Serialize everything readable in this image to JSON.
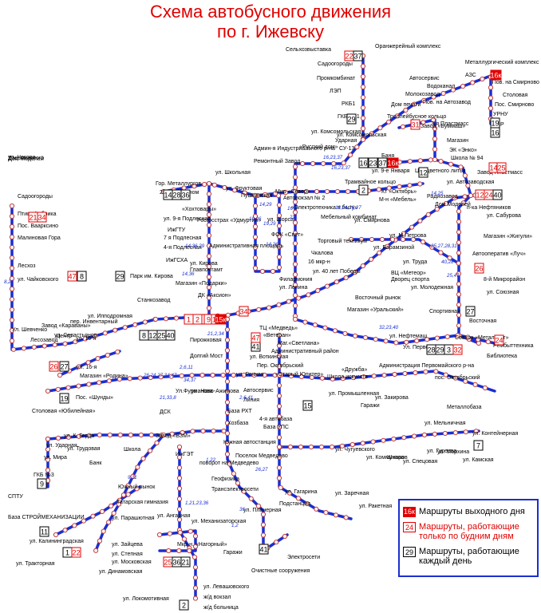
{
  "title": {
    "line1": "Схема автобусного движения",
    "line2": "по г. Ижевску"
  },
  "colors": {
    "route_line": "#1a2fd0",
    "title": "#e00000",
    "weekend_box": "#e00000",
    "weekday_box_text": "#e00000",
    "daily_box_text": "#000000"
  },
  "legend": {
    "weekend": {
      "sample": "16к",
      "label": "Маршруты выходного дня"
    },
    "weekday": {
      "sample": "24",
      "label": "Маршруты, работающие только по будним дням"
    },
    "daily": {
      "sample": "29",
      "label": "Маршруты, работающие каждый день"
    }
  },
  "labels": [
    "Сельхозвыставка",
    "Оранжерейный комплекс",
    "Садоогороды",
    "Промкомбинат",
    "ЛЭП",
    "РКБ1",
    "ГКБ № 1",
    "Металлургический комплекс",
    "АЗС",
    "Пов. на Смирново",
    "Автосервис",
    "Столовая",
    "Водоканал",
    "Пос. Смирново",
    "Молокозавод",
    "Пов. на Автозавод",
    "УРНУ",
    "Дом печати",
    "УБР",
    "Троллейбусное кольцо",
    "Завод «Буммаш»",
    "3-я Пластмасс",
    "Магазин",
    "ЭК «Энко»",
    "Школа № 94",
    "ул. Комсомольская",
    "Ударная",
    "СУ-13",
    "Админ-я Индустриального р-на",
    "«Русский дом»",
    "Ремонтный Завод",
    "ул. Комсомольская",
    "Баня",
    "ул. 9-е Января",
    "Цех цветного литья",
    "Завод Пластмасс",
    "Трамвайное кольцо",
    "Кт «Октябрь»",
    "М-н «Мебель»",
    "ул. Автозаводская",
    "Дом Моделей",
    "п-ка Нефтяников",
    "ул. Сабурова",
    "Магазин «Жигули»",
    "Автооператив «Луч»",
    "8-й Микрорайон",
    "ул. Союзная",
    "Восточная",
    "ул. Школьная",
    "Гор. Металлургов",
    "21-й гастроном",
    "ул. Фруктовая",
    "Пушкинская",
    "Мир «Север»",
    "Автовокзал № 2",
    "«Электротехника в быту»",
    "Лесхоз",
    "Садоогороды",
    "Птицефабрика",
    "Пос. Ваарксино",
    "Малиновая Гора",
    "ул. Чайковского",
    "«Хохтовары»",
    "ул. 9-я Подлесная",
    "ИжГТУ",
    "7 я Подлесная",
    "4-я Подлесная",
    "ИжГСХА",
    "Парк им. Кирова",
    "Магазин «Подарки»",
    "ДК «Аксион»",
    "Росгосстрах «Удмуртия»",
    "ул. Шорса",
    "Административная площадь",
    "16 мкр-н",
    "ул. Кирова",
    "Главпочтамт",
    "Филармония",
    "ул. Ленина",
    "Торговый техникум",
    "Мебельный комбинат",
    "ФОК «Свет»",
    "ул. М.Петрова",
    "ул. Барамзиной",
    "ул. Труда",
    "ВЦ «Метеор»",
    "ул. Молодежная",
    "Спортивная",
    "Ул. Первомайская",
    "Ул. Шевченко",
    "Лесозавод",
    "Завод «Караваны»",
    "ул. Севастьянов",
    "Станкозавод",
    "Пирожковая",
    "Долгий Мост",
    "ул. Ипподромная",
    "пер. Инвентарный",
    "Центр",
    "ул. 15-я",
    "ул. 16-я",
    "Магазин «Родина»",
    "Столовая «Юбилейная»",
    "ул. К. Герда",
    "ул. Ударная",
    "ул. Мира",
    "ул. Трудовая",
    "ГКБ №3",
    "СПТУ",
    "База СТРОЙМЕХАНИЗАЦИИ",
    "ул. Калининградская",
    "ул. Тракторная",
    "Пос. «Шунды»",
    "Ул.Фурманова",
    "ул. Ново-Ажимова",
    "ДСК",
    "ИжГЭТ",
    "Завод «ВЗМ»",
    "Школа",
    "Банк",
    "Южный рынок",
    "Татарская гимназия",
    "ул. Парашютная",
    "ул. Ангарная",
    "ул. Зайцева",
    "ул. Степная",
    "ул. Московская",
    "ул. Динамовская",
    "ул. Локомотивная",
    "Мкр-н. «Нагорный»",
    "ул. Механизаторская",
    "ул. Левашовского",
    "ж/д вокзал",
    "ж/д больница",
    "Геофизика",
    "Трансэлектросети",
    "ул. Гагарина",
    "ул. Планерная",
    "Подстанция",
    "Гаражи",
    "Очистные сооружения",
    "Электросети",
    "Поселок Медведево",
    "поворот на Медведево",
    "Южная автостанция",
    "Хозбаза",
    "База РХТ",
    "База УПС",
    "4-я автобаза",
    "Автосервис",
    "Линия",
    "ул. Речная",
    "ул. Воткинская",
    "Пер. Октябрьский",
    "Административный район",
    "ТЦ «Медведь»",
    "«Ветеран»",
    "Маг.«Светлана»",
    "«Дружба»",
    "Администрация Первомайского р-на",
    "Школа искусств",
    "«Старый Юпитер»",
    "ул. Чугуевского",
    "ул. Коммунаров",
    "Школа",
    "ул. Спецовая",
    "ул. Гуреева",
    "ул. Морхина",
    "ул. Камская",
    "ул. Контейнерная",
    "ул. Мельничная",
    "Металлобаза",
    "ул. Ракетная",
    "ул. Заречная",
    "Совхоз «Металлург»",
    "Библиотека",
    "Рембыттехника",
    "пос. Октябрьский",
    "Гаражи",
    "ул. Закирова",
    "ул. Промышленная",
    "ул. Нефтемаш",
    "Магазин «Уральский»",
    "Восточный рынок",
    "Дворец спорта",
    "ул. 40 лет Победы",
    "ул. Смирнова",
    "Чкалова",
    "Радиозавод",
    "ул. Чехова",
    "Дзержинского",
    "Дом Моделей"
  ],
  "route_boxes": [
    {
      "text": "22",
      "kind": "weekday"
    },
    {
      "text": "37",
      "kind": "daily"
    },
    {
      "text": "16к",
      "kind": "weekend"
    },
    {
      "text": "19",
      "kind": "daily"
    },
    {
      "text": "29",
      "kind": "daily"
    },
    {
      "text": "31",
      "kind": "weekday"
    },
    {
      "text": "16",
      "kind": "daily"
    },
    {
      "text": "16",
      "kind": "daily"
    },
    {
      "text": "23",
      "kind": "daily"
    },
    {
      "text": "37",
      "kind": "daily"
    },
    {
      "text": "16к",
      "kind": "weekend"
    },
    {
      "text": "14",
      "kind": "weekday"
    },
    {
      "text": "25",
      "kind": "weekday"
    },
    {
      "text": "12",
      "kind": "weekday"
    },
    {
      "text": "24",
      "kind": "weekday"
    },
    {
      "text": "40",
      "kind": "daily"
    },
    {
      "text": "14",
      "kind": "daily"
    },
    {
      "text": "28",
      "kind": "daily"
    },
    {
      "text": "36",
      "kind": "daily"
    },
    {
      "text": "2",
      "kind": "daily"
    },
    {
      "text": "12",
      "kind": "daily"
    },
    {
      "text": "21",
      "kind": "weekday"
    },
    {
      "text": "34",
      "kind": "weekday"
    },
    {
      "text": "47",
      "kind": "weekday"
    },
    {
      "text": "8",
      "kind": "daily"
    },
    {
      "text": "29",
      "kind": "daily"
    },
    {
      "text": "1",
      "kind": "weekday"
    },
    {
      "text": "2",
      "kind": "weekday"
    },
    {
      "text": "6",
      "kind": "weekday"
    },
    {
      "text": "7",
      "kind": "weekday"
    },
    {
      "text": "9",
      "kind": "weekday"
    },
    {
      "text": "11",
      "kind": "weekday"
    },
    {
      "text": "15к",
      "kind": "weekend"
    },
    {
      "text": "34",
      "kind": "weekday"
    },
    {
      "text": "8",
      "kind": "daily"
    },
    {
      "text": "12",
      "kind": "daily"
    },
    {
      "text": "25",
      "kind": "daily"
    },
    {
      "text": "40",
      "kind": "daily"
    },
    {
      "text": "41",
      "kind": "daily"
    },
    {
      "text": "47",
      "kind": "weekday"
    },
    {
      "text": "26",
      "kind": "weekday"
    },
    {
      "text": "27",
      "kind": "daily"
    },
    {
      "text": "28",
      "kind": "daily"
    },
    {
      "text": "29",
      "kind": "daily"
    },
    {
      "text": "3",
      "kind": "daily"
    },
    {
      "text": "32",
      "kind": "weekday"
    },
    {
      "text": "24",
      "kind": "weekday"
    },
    {
      "text": "26",
      "kind": "weekday"
    },
    {
      "text": "27",
      "kind": "daily"
    },
    {
      "text": "19",
      "kind": "daily"
    },
    {
      "text": "15",
      "kind": "daily"
    },
    {
      "text": "7",
      "kind": "daily"
    },
    {
      "text": "9",
      "kind": "daily"
    },
    {
      "text": "11",
      "kind": "daily"
    },
    {
      "text": "1",
      "kind": "daily"
    },
    {
      "text": "22",
      "kind": "weekday"
    },
    {
      "text": "25",
      "kind": "weekday"
    },
    {
      "text": "36",
      "kind": "daily"
    },
    {
      "text": "21",
      "kind": "daily"
    },
    {
      "text": "2",
      "kind": "daily"
    },
    {
      "text": "41",
      "kind": "daily"
    }
  ],
  "route_numbers_on_lines": [
    "16,23,37",
    "16,23,37",
    "12,24,26,27",
    "14,29",
    "19,29",
    "16",
    "14,36",
    "14,36,29",
    "19,26",
    "22",
    "14,26",
    "14,25",
    "40,28",
    "25,27,28,31",
    "32,23,40",
    "25,47",
    "8,21",
    "21,2,34",
    "2,6,11",
    "26,24,27,34,47",
    "34,37",
    "21,33,8",
    "1,21,23,36",
    "9,11",
    "2,6,41",
    "1,22",
    "26,27",
    "36",
    "1,2"
  ]
}
